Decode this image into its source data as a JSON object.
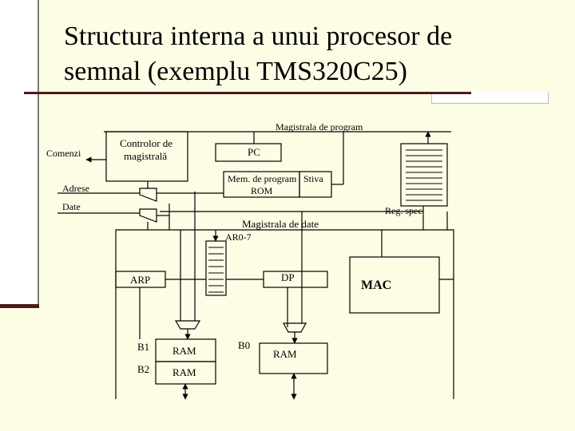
{
  "title": "Structura interna a unui procesor de\nsemnal (exemplu TMS320C25)",
  "labels": {
    "prog_bus": "Magistrala de program",
    "comenzi": "Comenzi",
    "controller_line1": "Controlor de",
    "controller_line2": "magistrală",
    "pc": "PC",
    "mem_prog_line1": "Mem. de program",
    "mem_prog_line2": "ROM",
    "stiva": "Stiva",
    "adrese": "Adrese",
    "date": "Date",
    "reg_spec": "Reg. spec",
    "data_bus": "Magistrala de date",
    "ar": "AR0-7",
    "arp": "ARP",
    "dp": "DP",
    "mac": "MAC",
    "b1": "B1",
    "b2": "B2",
    "b0": "B0",
    "ram_b1": "RAM",
    "ram_b2": "RAM",
    "ram_b0": "RAM"
  },
  "colors": {
    "background": "#fdfde6",
    "accent": "#4a1b1b",
    "line": "#000000"
  }
}
